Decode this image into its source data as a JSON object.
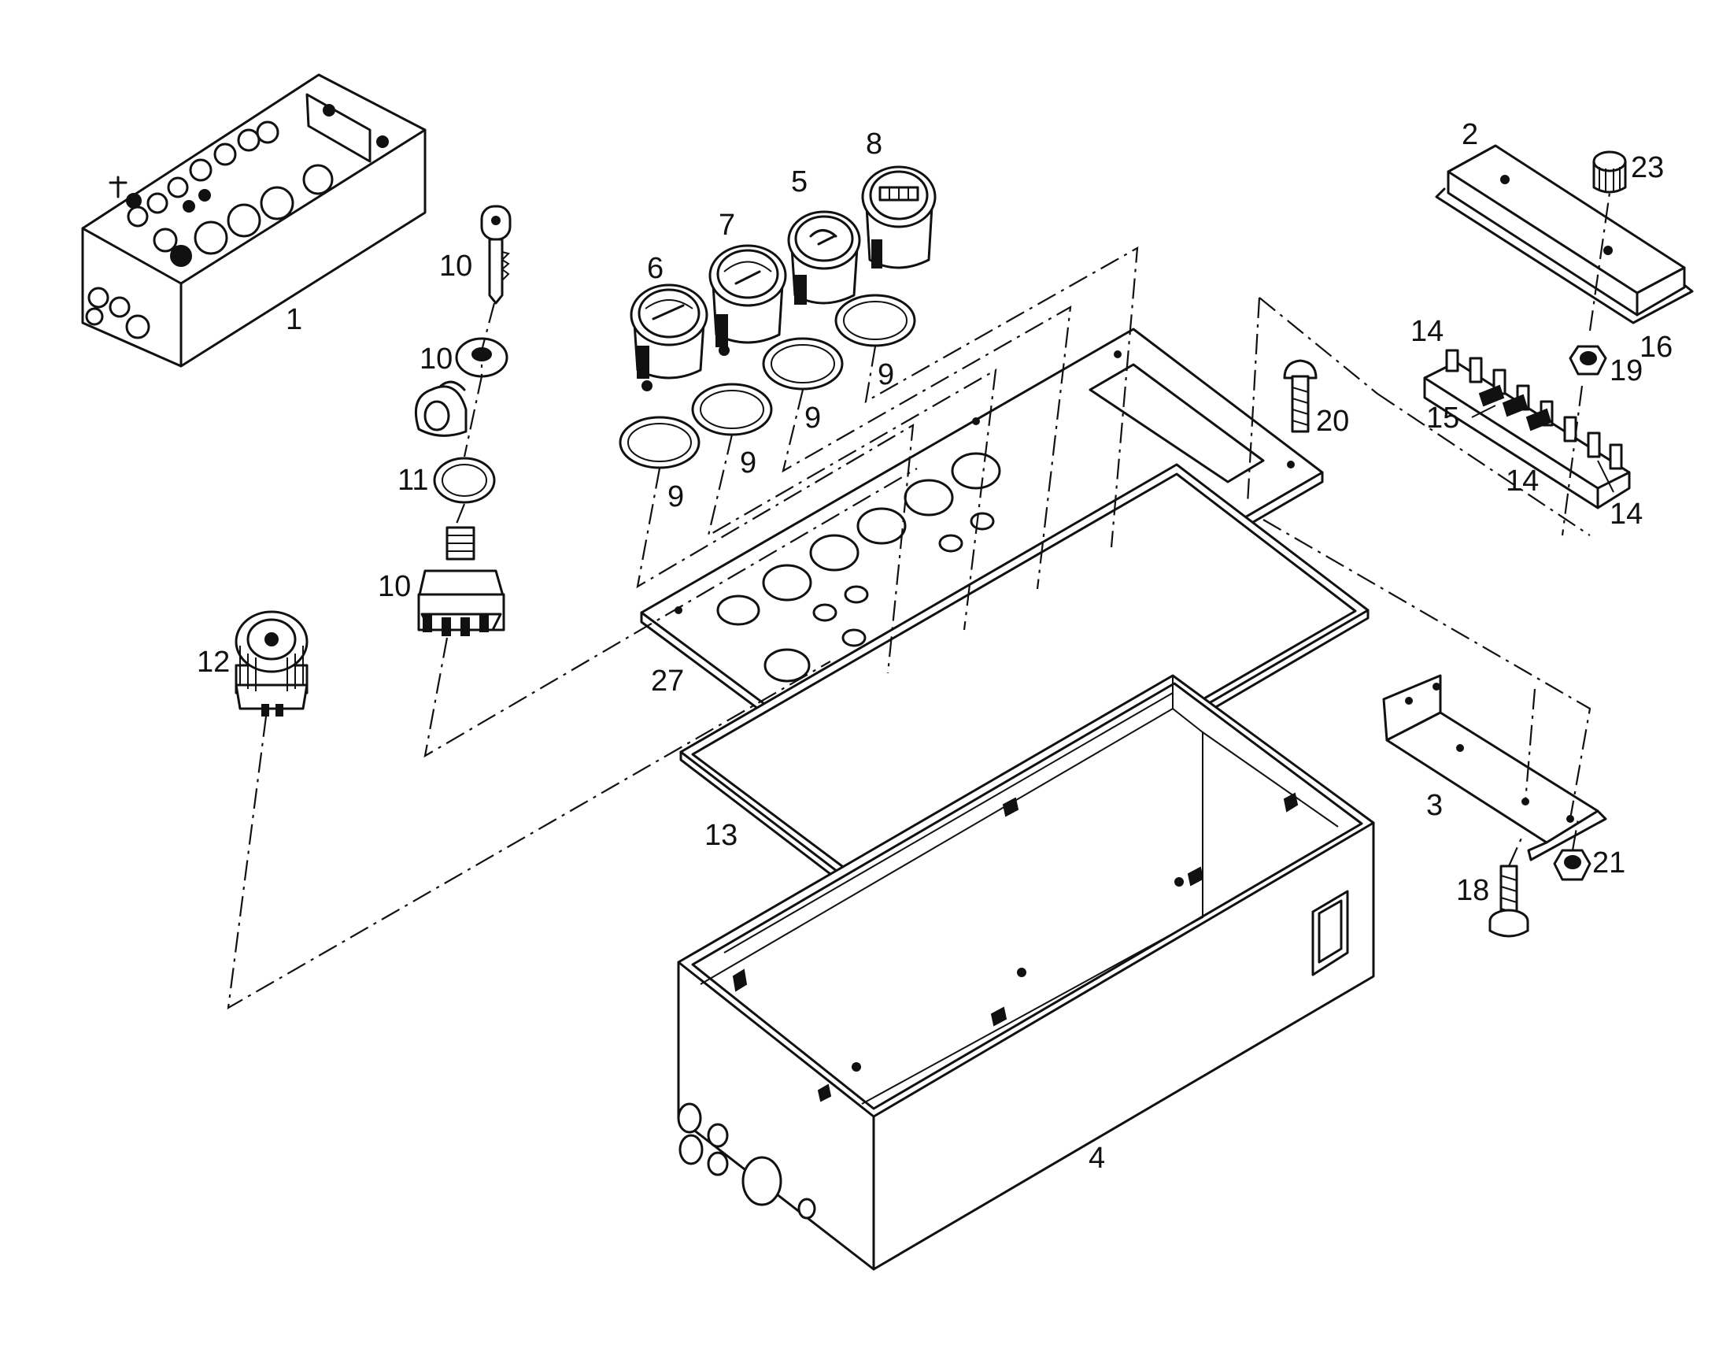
{
  "callouts": [
    {
      "id": "c1",
      "text": "1"
    },
    {
      "id": "c2",
      "text": "2"
    },
    {
      "id": "c3",
      "text": "3"
    },
    {
      "id": "c4",
      "text": "4"
    },
    {
      "id": "c5",
      "text": "5"
    },
    {
      "id": "c6",
      "text": "6"
    },
    {
      "id": "c7",
      "text": "7"
    },
    {
      "id": "c8",
      "text": "8"
    },
    {
      "id": "c9a",
      "text": "9"
    },
    {
      "id": "c9b",
      "text": "9"
    },
    {
      "id": "c9c",
      "text": "9"
    },
    {
      "id": "c9d",
      "text": "9"
    },
    {
      "id": "c10a",
      "text": "10"
    },
    {
      "id": "c10b",
      "text": "10"
    },
    {
      "id": "c10c",
      "text": "10"
    },
    {
      "id": "c11",
      "text": "11"
    },
    {
      "id": "c12",
      "text": "12"
    },
    {
      "id": "c13",
      "text": "13"
    },
    {
      "id": "c14a",
      "text": "14"
    },
    {
      "id": "c14b",
      "text": "14"
    },
    {
      "id": "c14c",
      "text": "14"
    },
    {
      "id": "c15",
      "text": "15"
    },
    {
      "id": "c16",
      "text": "16"
    },
    {
      "id": "c18",
      "text": "18"
    },
    {
      "id": "c19",
      "text": "19"
    },
    {
      "id": "c20",
      "text": "20"
    },
    {
      "id": "c21",
      "text": "21"
    },
    {
      "id": "c23",
      "text": "23"
    },
    {
      "id": "c27",
      "text": "27"
    }
  ]
}
